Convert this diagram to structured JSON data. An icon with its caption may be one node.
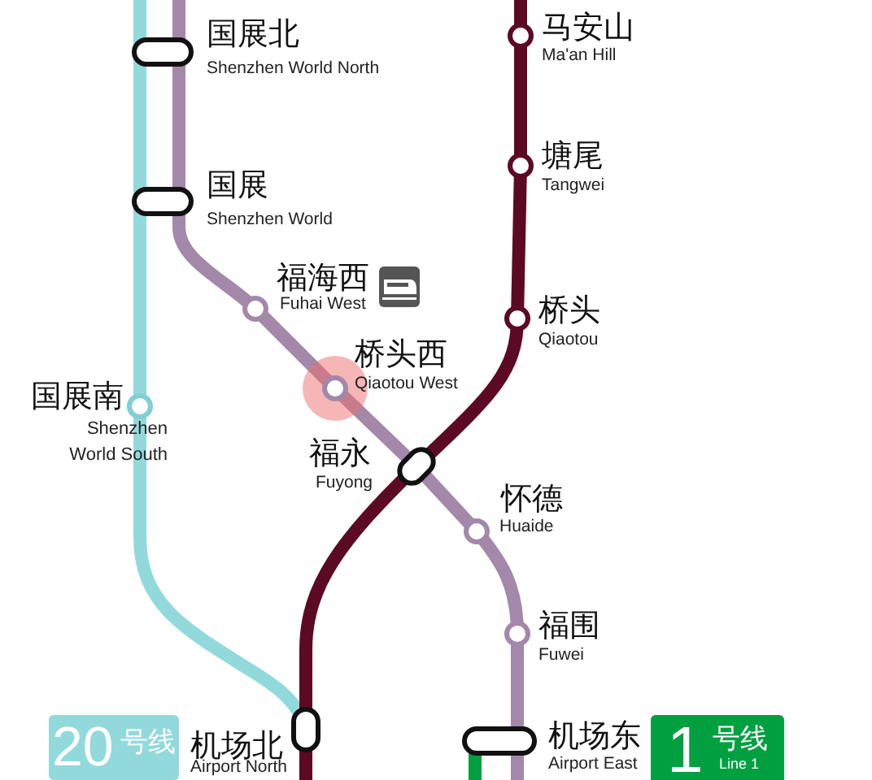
{
  "diagram": {
    "nodes": [
      {
        "text": [
          "国展北",
          "Shenzhen World North"
        ]
      },
      {
        "text": [
          "国展",
          "Shenzhen World"
        ]
      },
      {
        "text": [
          "福海西",
          "Fuhai West"
        ]
      },
      {
        "text": [
          "桥头西",
          "Qiaotou West"
        ]
      },
      {
        "text": [
          "福永",
          "Fuyong"
        ]
      },
      {
        "text": [
          "怀德",
          "Huaide"
        ]
      },
      {
        "text": [
          "福围",
          "Fuwei"
        ]
      },
      {
        "text": [
          "机场东",
          "Airport East"
        ]
      },
      {
        "text": [
          "国展南",
          "Shenzhen World South"
        ]
      },
      {
        "text": [
          "机场北",
          "Airport North"
        ]
      },
      {
        "text": [
          "马安山",
          "Ma'an Hill"
        ]
      },
      {
        "text": [
          "塘尾",
          "Tangwei"
        ]
      },
      {
        "text": [
          "桥头",
          "Qiaotou"
        ]
      }
    ],
    "edges": [
      {
        "from": null,
        "to": 0,
        "arrow": "none",
        "color": "#a388aa"
      },
      {
        "from": 0,
        "to": 1,
        "arrow": "none",
        "color": "#a388aa"
      },
      {
        "from": 1,
        "to": 2,
        "arrow": "none",
        "color": "#a388aa"
      },
      {
        "from": 2,
        "to": 3,
        "arrow": "none",
        "color": "#a388aa"
      },
      {
        "from": 3,
        "to": 4,
        "arrow": "none",
        "color": "#a388aa"
      },
      {
        "from": 4,
        "to": 5,
        "arrow": "none",
        "color": "#a388aa"
      },
      {
        "from": 5,
        "to": 6,
        "arrow": "none",
        "color": "#a388aa"
      },
      {
        "from": 6,
        "to": 7,
        "arrow": "none",
        "color": "#a388aa"
      },
      {
        "from": 7,
        "to": null,
        "arrow": "none",
        "color": "#a388aa"
      },
      {
        "from": null,
        "to": 0,
        "arrow": "none",
        "color": "#92d9dc"
      },
      {
        "from": 0,
        "to": 1,
        "arrow": "none",
        "color": "#92d9dc"
      },
      {
        "from": 1,
        "to": 8,
        "arrow": "none",
        "color": "#92d9dc"
      },
      {
        "from": 8,
        "to": 9,
        "arrow": "none",
        "color": "#92d9dc"
      },
      {
        "from": null,
        "to": 10,
        "arrow": "none",
        "color": "#5c0a24"
      },
      {
        "from": 10,
        "to": 11,
        "arrow": "none",
        "color": "#5c0a24"
      },
      {
        "from": 11,
        "to": 12,
        "arrow": "none",
        "color": "#5c0a24"
      },
      {
        "from": 12,
        "to": 4,
        "arrow": "none",
        "color": "#5c0a24"
      },
      {
        "from": 4,
        "to": 9,
        "arrow": "none",
        "color": "#5c0a24"
      },
      {
        "from": 9,
        "to": null,
        "arrow": "none",
        "color": "#5c0a24"
      },
      {
        "from": 7,
        "to": null,
        "arrow": "none",
        "color": "#00a040"
      }
    ],
    "labels": [
      "20",
      "号线",
      "1",
      "号线",
      "Line 1"
    ]
  }
}
